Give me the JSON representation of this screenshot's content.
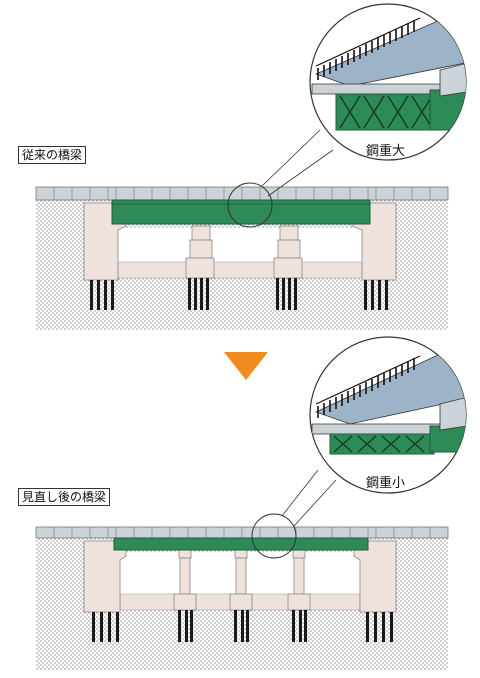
{
  "top": {
    "title": "従来の橋梁",
    "callout_label": "鋼重大"
  },
  "bottom": {
    "title": "見直し後の橋梁",
    "callout_label": "鋼重小"
  },
  "colors": {
    "girder_green": "#2e8b57",
    "girder_dark": "#1d5e3a",
    "deck_gray": "#b8c4cc",
    "deck_cell": "#c9d3d8",
    "concrete": "#efe2dc",
    "soil_dots": "#8a8a8a",
    "pile_black": "#1a1a1a",
    "arrow_orange": "#f08c1e",
    "callout_road": "#9db3c8"
  },
  "icons": {
    "arrow": "down-triangle-arrow-icon"
  }
}
